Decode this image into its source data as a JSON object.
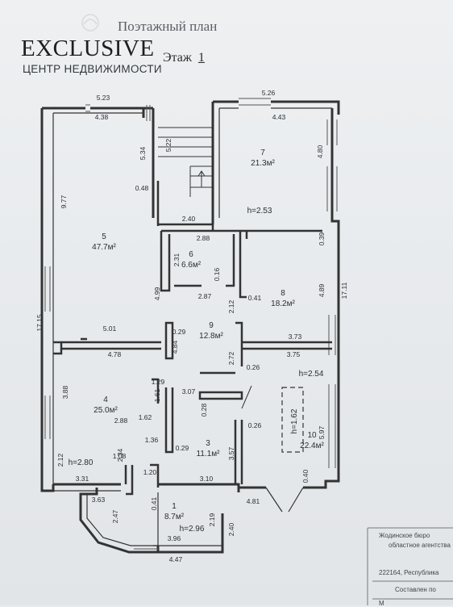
{
  "header": {
    "title": "Поэтажный план",
    "floor_label": "Этаж",
    "floor_number": "1"
  },
  "brand": {
    "name": "EXCLUSIVE",
    "subtitle": "ЦЕНТР НЕДВИЖИМОСТИ"
  },
  "rooms": [
    {
      "id": "room-7",
      "number": "7",
      "area": "21.3м²"
    },
    {
      "id": "room-5",
      "number": "5",
      "area": "47.7м²"
    },
    {
      "id": "room-6",
      "number": "6",
      "area": "6.6м²"
    },
    {
      "id": "room-8",
      "number": "8",
      "area": "18.2м²"
    },
    {
      "id": "room-9",
      "number": "9",
      "area": "12.8м²"
    },
    {
      "id": "room-4",
      "number": "4",
      "area": "25.0м²"
    },
    {
      "id": "room-3",
      "number": "3",
      "area": "11.1м²"
    },
    {
      "id": "room-10",
      "number": "10",
      "area": "22.4м²"
    },
    {
      "id": "room-1",
      "number": "1",
      "area": "8.7м²"
    }
  ],
  "heights": {
    "h_room7": "h=2.53",
    "h_room10": "h=2.54",
    "h_room4": "h=2.80",
    "h_room1": "h=2.96",
    "h_room10_inner": "h=1.62"
  },
  "dimensions": {
    "d_523": "5.23",
    "d_438": "4.38",
    "d_526": "5.26",
    "d_443": "4.43",
    "d_480": "4.80",
    "d_522": "5.22",
    "d_534": "5.34",
    "d_048": "0.48",
    "d_977": "9.77",
    "d_240": "2.40",
    "d_288": "2.88",
    "d_039": "0.39",
    "d_231": "2.31",
    "d_016": "0.16",
    "d_499": "4.99",
    "d_287": "2.87",
    "d_212a": "2.12",
    "d_041": "0.41",
    "d_489": "4.89",
    "d_1711": "17.11",
    "d_1715": "17.15",
    "d_501": "5.01",
    "d_029a": "0.29",
    "d_484": "4.84",
    "d_373": "3.73",
    "d_478": "4.78",
    "d_272": "2.72",
    "d_375": "3.75",
    "d_026a": "0.26",
    "d_388": "3.88",
    "d_129": "1.29",
    "d_307": "3.07",
    "d_161": "1.61",
    "d_028": "0.28",
    "d_026b": "0.26",
    "d_162b": "1.62",
    "d_597": "5.97",
    "d_029b": "0.29",
    "d_357": "3.57",
    "d_212b": "2.12",
    "d_331": "3.31",
    "d_310": "3.10",
    "d_040": "0.40",
    "d_363": "3.63",
    "d_481": "4.81",
    "d_247": "2.47",
    "d_219": "2.19",
    "d_240b": "2.40",
    "d_396": "3.96",
    "d_447": "4.47",
    "d_234": "2.34",
    "d_108": "1.08",
    "d_041b": "0.41",
    "d_288b": "2.88",
    "d_136": "1.36",
    "d_120": "1.20"
  },
  "stamp": {
    "line1": "Жодинское бюро",
    "line2": "областное агентства",
    "line3": "222164, Республика",
    "line4": "Составлен по",
    "line5": "М"
  }
}
